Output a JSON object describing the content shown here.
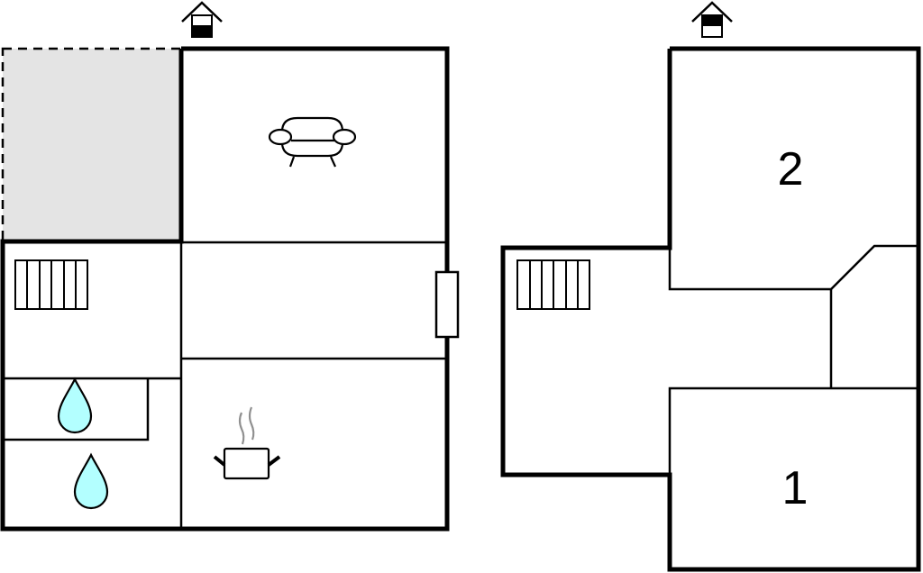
{
  "floor_plan": {
    "floors": [
      {
        "name": "ground-floor",
        "entrance_icon": "house-entrance-icon",
        "rooms": [
          {
            "type": "terrace",
            "fill": "#e4e4e4",
            "border": "dashed"
          },
          {
            "type": "living-room",
            "icon": "sofa-icon"
          },
          {
            "type": "hallway",
            "icon": "door-icon"
          },
          {
            "type": "kitchen",
            "icon": "cooking-pot-icon"
          },
          {
            "type": "stair-area",
            "icon": "stairs-icon"
          },
          {
            "type": "bathroom",
            "icon": "water-drop-icon"
          },
          {
            "type": "bathroom",
            "icon": "water-drop-icon"
          }
        ]
      },
      {
        "name": "upper-floor",
        "entrance_icon": "house-entrance-icon",
        "rooms": [
          {
            "type": "bedroom",
            "label": "2"
          },
          {
            "type": "landing",
            "icon": "stairs-icon"
          },
          {
            "type": "storage"
          },
          {
            "type": "bedroom",
            "label": "1"
          }
        ]
      }
    ],
    "colors": {
      "wall": "#000000",
      "terrace": "#e4e4e4",
      "water": "#b3ffff",
      "steam": "#909090"
    }
  }
}
